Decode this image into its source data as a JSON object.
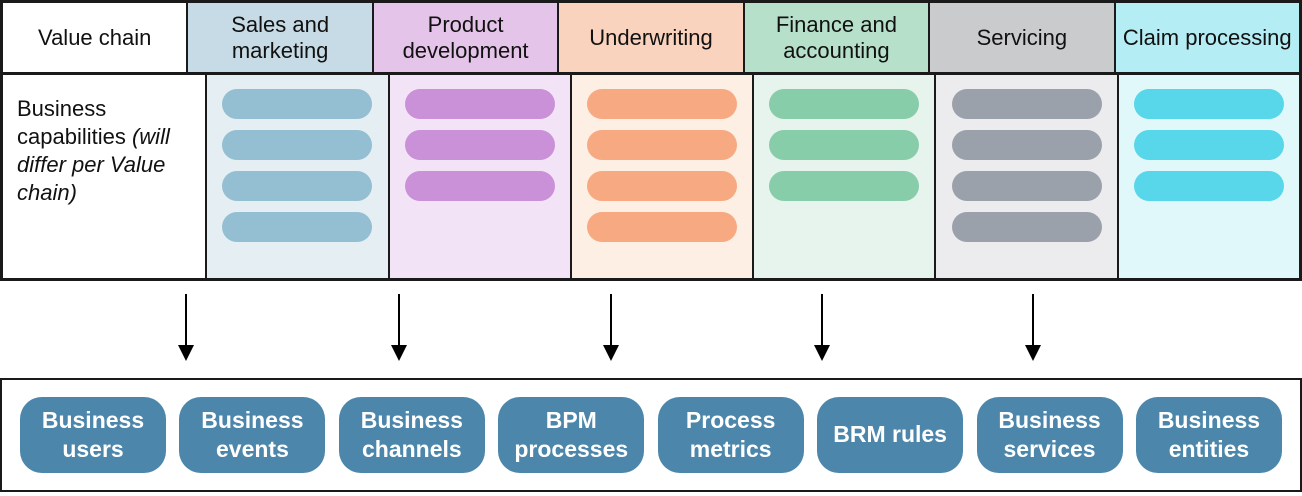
{
  "table": {
    "corner_label": "Value chain",
    "capabilities": {
      "title": "Business capabilities",
      "note": "(will differ per Value chain)"
    },
    "columns": [
      {
        "label": "Sales and marketing",
        "header_bg": "#c6dbe5",
        "body_bg": "#e4eef3",
        "bar_color": "#94bed2",
        "bars": 4
      },
      {
        "label": "Product development",
        "header_bg": "#e4c4e8",
        "body_bg": "#f2e4f6",
        "bar_color": "#ca90d8",
        "bars": 3
      },
      {
        "label": "Underwriting",
        "header_bg": "#f9d3bd",
        "body_bg": "#fdefe4",
        "bar_color": "#f7a981",
        "bars": 4
      },
      {
        "label": "Finance and accounting",
        "header_bg": "#b7e0ca",
        "body_bg": "#e7f4ed",
        "bar_color": "#87cdaa",
        "bars": 3
      },
      {
        "label": "Servicing",
        "header_bg": "#c9cbcd",
        "body_bg": "#ececee",
        "bar_color": "#9ba1ab",
        "bars": 4
      },
      {
        "label": "Claim processing",
        "header_bg": "#b5edf4",
        "body_bg": "#e1f8fb",
        "bar_color": "#58d6ea",
        "bars": 3
      }
    ]
  },
  "arrows": [
    {
      "x_percent": 14.29
    },
    {
      "x_percent": 30.65
    },
    {
      "x_percent": 46.93
    },
    {
      "x_percent": 63.13
    },
    {
      "x_percent": 79.34
    }
  ],
  "bpm_row": {
    "button_color": "#4c86ab",
    "button_text_color": "#ffffff",
    "items": [
      {
        "label": "Business users"
      },
      {
        "label": "Business events"
      },
      {
        "label": "Business channels"
      },
      {
        "label": "BPM processes"
      },
      {
        "label": "Process metrics"
      },
      {
        "label": "BRM rules"
      },
      {
        "label": "Business services"
      },
      {
        "label": "Business entities"
      }
    ]
  },
  "border_color": "#1a1a1a"
}
